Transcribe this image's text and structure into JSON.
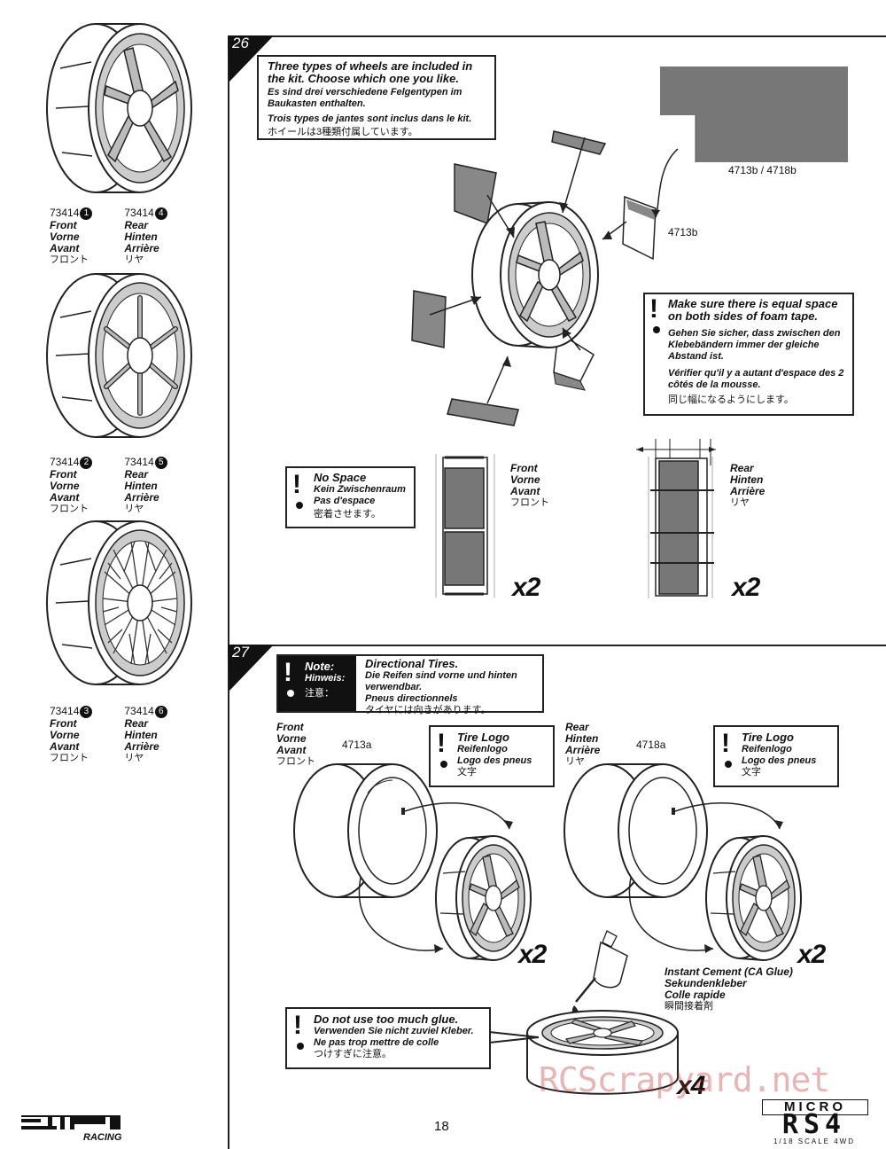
{
  "left_column": {
    "wheels": [
      {
        "front_part": "73414",
        "front_num": "1",
        "rear_part": "73414",
        "rear_num": "4"
      },
      {
        "front_part": "73414",
        "front_num": "2",
        "rear_part": "73414",
        "rear_num": "5"
      },
      {
        "front_part": "73414",
        "front_num": "3",
        "rear_part": "73414",
        "rear_num": "6"
      }
    ],
    "front_labels": {
      "en": "Front",
      "de": "Vorne",
      "fr": "Avant",
      "jp": "フロント"
    },
    "rear_labels": {
      "en": "Rear",
      "de": "Hinten",
      "fr": "Arrière",
      "jp": "リヤ"
    }
  },
  "step26": {
    "number": "26",
    "intro": {
      "en": "Three types of wheels are included in the kit. Choose which one you like.",
      "de": "Es sind drei verschiedene Felgentypen im Baukasten enthalten.",
      "fr": "Trois types de jantes sont inclus dans le kit.",
      "jp": "ホイールは3種類付属しています。"
    },
    "foam_part": "4713b / 4718b",
    "foam_label": "4713b",
    "equal_space": {
      "en": "Make sure there is equal space on both sides of foam tape.",
      "de": "Gehen Sie sicher, dass zwischen den Klebebändern immer der gleiche Abstand ist.",
      "fr": "Vérifier qu'il y a autant d'espace des 2 côtés de la mousse.",
      "jp": "同じ幅になるようにします。"
    },
    "no_space": {
      "en": "No Space",
      "de": "Kein Zwischenraum",
      "fr": "Pas d'espace",
      "jp": "密着させます。"
    },
    "front": {
      "en": "Front",
      "de": "Vorne",
      "fr": "Avant",
      "jp": "フロント"
    },
    "rear": {
      "en": "Rear",
      "de": "Hinten",
      "fr": "Arrière",
      "jp": "リヤ"
    },
    "qty_front": "x2",
    "qty_rear": "x2"
  },
  "step27": {
    "number": "27",
    "note": {
      "en": "Note:",
      "de": "Hinweis:",
      "jp": "注意："
    },
    "directional": {
      "en": "Directional Tires.",
      "de": "Die Reifen sind vorne und hinten verwendbar.",
      "fr": "Pneus directionnels",
      "jp": "タイヤには向きがあります。"
    },
    "front": {
      "en": "Front",
      "de": "Vorne",
      "fr": "Avant",
      "jp": "フロント"
    },
    "rear": {
      "en": "Rear",
      "de": "Hinten",
      "fr": "Arrière",
      "jp": "リヤ"
    },
    "front_tire_part": "4713a",
    "rear_tire_part": "4718a",
    "tire_logo": {
      "en": "Tire Logo",
      "de": "Reifenlogo",
      "fr": "Logo des pneus",
      "jp": "文字"
    },
    "glue": {
      "en": "Instant Cement  (CA Glue)",
      "de": "Sekundenkleber",
      "fr": "Colle rapide",
      "jp": "瞬間接着剤"
    },
    "too_much_glue": {
      "en": "Do not use too much glue.",
      "de": "Verwenden Sie nicht zuviel Kleber.",
      "fr": "Ne pas trop mettre de colle",
      "jp": "つけすぎに注意。"
    },
    "qty_front": "x2",
    "qty_rear": "x2",
    "qty_all": "x4"
  },
  "footer": {
    "page_number": "18",
    "brand_logo": "HPI",
    "brand_sub": "RACING",
    "product_logo": "MICRO",
    "product_model": "RS4",
    "product_scale": "1/18 SCALE 4WD",
    "watermark": "RCScrapyard.net"
  }
}
